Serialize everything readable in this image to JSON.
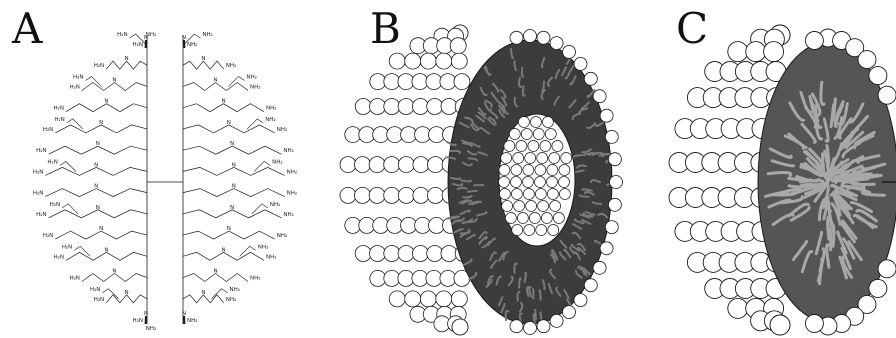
{
  "panels": [
    {
      "letter": "A",
      "structure": "dendrimer"
    },
    {
      "letter": "B",
      "structure": "liposome"
    },
    {
      "letter": "C",
      "structure": "micelle"
    }
  ],
  "dendrimer_labels": {
    "amine": "NH₂",
    "amine_left": "H₂N",
    "nitrogen": "N"
  },
  "colors": {
    "line": "#1a1a1a",
    "tail_fill": "#7a7a7a",
    "tail_dark": "#3c3c3c",
    "head_fill": "#ffffff"
  }
}
